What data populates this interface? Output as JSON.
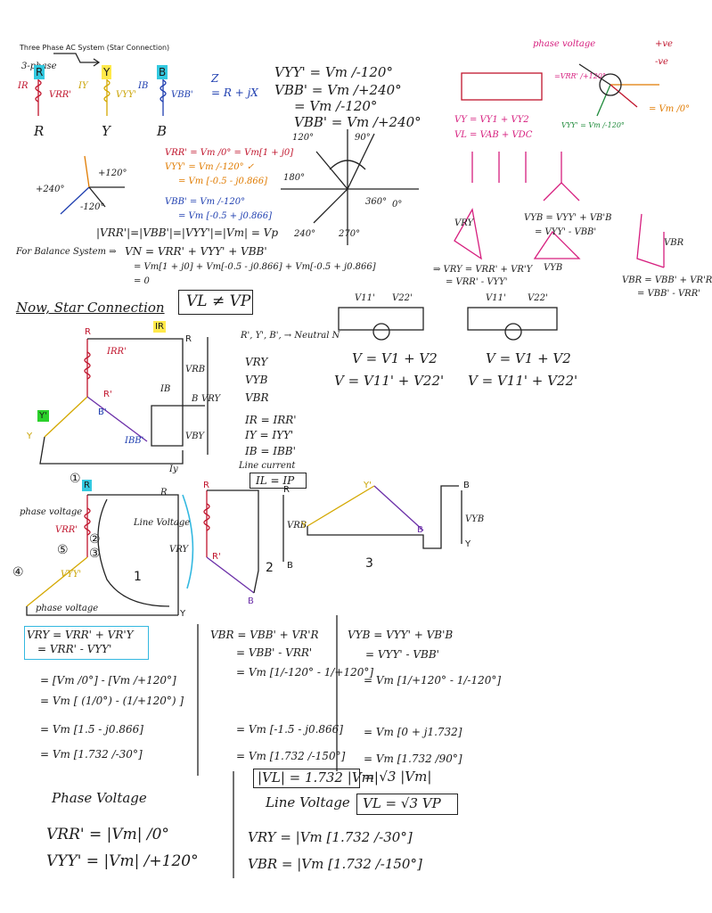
{
  "header": {
    "title": "Three Phase AC System (Star Connection)",
    "three_phase": "3-phase"
  },
  "coils": {
    "r": "R",
    "y": "Y",
    "b": "B",
    "i_r": "IR",
    "v_rr": "VRR'",
    "i_y": "IY",
    "v_yy": "VYY'",
    "i_b": "IB",
    "v_bb": "VBB'"
  },
  "impedance": {
    "label": "Z",
    "formula": "= R + jX"
  },
  "top_eqs": {
    "vyy": "VYY' = Vm /-120°",
    "vbb": "VBB' = Vm /+240°",
    "vbb2": "= Vm /-120°",
    "vbb3": "VBB' = Vm /+240°"
  },
  "phasor_eqs": {
    "vrr": "VRR' = Vm /0° = Vm[1 + j0]",
    "vyy": "VYY' = Vm /-120° ✓",
    "vyy2": "= Vm [-0.5 - j0.866]",
    "vbb": "VBB' = Vm /-120°",
    "vbb2": "= Vm [-0.5 + j0.866]",
    "magnitudes": "|VRR'|=|VBB'|=|VYY'|=|Vm| = Vp"
  },
  "balance": {
    "label": "For Balance System ⇒",
    "eq1": "VN = VRR' + VYY' + VBB'",
    "eq2": "= Vm[1 + j0] + Vm[-0.5 - j0.866] + Vm[-0.5 + j0.866]",
    "eq3": "= 0"
  },
  "angles": {
    "a120": "120°",
    "a90": "90°",
    "a180": "180°",
    "a0": "0°",
    "a360": "360°",
    "a270": "270°",
    "a240": "240°",
    "plus120": "+120°",
    "plus240": "+240°",
    "m120": "-120°"
  },
  "right_top": {
    "phase_voltage": "phase voltage",
    "sum1": "VY = VY1 + VY2",
    "sum2": "VL = VAB + VDC",
    "v_eq": "=VRR' /+120°",
    "ve": "VYY' = Vm /-120°",
    "plus_ve": "+ve",
    "minus_ve": "-ve",
    "vm_eq": "= Vm /0°"
  },
  "right_mid": {
    "vry": "VRY",
    "vyb": "VYB = VYY' + VB'B",
    "vyb2": "= VYY' - VBB'",
    "vbr": "VBR",
    "vry_eq": "⇒ VRY = VRR' + VR'Y",
    "vry_eq2": "= VRR' - VYY'",
    "vyb_lbl": "VYB",
    "vbr_eq": "VBR = VBB' + VR'R",
    "vbr_eq2": "= VBB' - VRR'"
  },
  "star": {
    "title": "Now, Star Connection",
    "vl_ne_vp": "VL ≠ VP",
    "neutral": "R', Y', B', → Neutral N",
    "vry": "VRY",
    "vyb": "VYB",
    "vbr": "VBR",
    "ir": "IR = IRR'",
    "iy": "IY = IYY'",
    "ib": "IB = IBB'",
    "line_current": "Line current",
    "il_ip": "IL = IP",
    "v_eq1": "V = V1 + V2",
    "v_eq2": "V = V11' + V22'",
    "v_eq3": "V = V1 + V2",
    "v_eq4": "V = V11' + V22'",
    "v11": "V11'",
    "v22": "V22'"
  },
  "diagram_labels": {
    "R": "R",
    "Y": "Y",
    "B": "B",
    "Rp": "R'",
    "Bp": "B'",
    "Yp": "Y'",
    "IR": "IR",
    "IRRp": "IRR'",
    "IB": "IB",
    "IY": "Iy",
    "IBBp": "IBB'",
    "VRB": "VRB",
    "VRY": "VRY",
    "VBY": "VBY",
    "phase_voltage": "phase voltage",
    "line_voltage": "Line Voltage",
    "phase_voltage2": "phase voltage",
    "n1": "①",
    "n2": "②",
    "n3": "③",
    "n4": "④",
    "n5": "⑤",
    "c1": "1",
    "c2": "2",
    "c3": "3",
    "vrr": "VRR'",
    "vyy": "VYY'",
    "vyb": "VYB"
  },
  "bottom": {
    "vry1": "VRY = VRR' + VR'Y",
    "vry2": "= VRR' - VYY'",
    "vry3": "= [Vm /0°] - [Vm /+120°]",
    "vry4": "= Vm [ (1/0°) - (1/+120°) ]",
    "vry5": "= Vm [1.5 - j0.866]",
    "vry6": "= Vm [1.732 /-30°]",
    "vbr1": "VBR = VBB' + VR'R",
    "vbr2": "= VBB' - VRR'",
    "vbr3": "= Vm [1/-120° - 1/+120°]",
    "vbr4": "= Vm [-1.5 - j0.866]",
    "vbr5": "= Vm [1.732 /-150°]",
    "vyb1": "VYB = VYY' + VB'B",
    "vyb2": "= VYY' - VBB'",
    "vyb3": "= Vm [1/+120° - 1/-120°]",
    "vyb4": "= Vm [0 + j1.732]",
    "vyb5": "= Vm [1.732 /90°]",
    "vl_eq": "|VL| = 1.732 |Vm|",
    "vl_eq2": "= √3 |Vm|",
    "line_voltage": "Line Voltage",
    "vl_final": "VL = √3 VP",
    "phase_voltage": "Phase Voltage",
    "vrr_mag": "VRR' = |Vm| /0°",
    "vyy_mag": "VYY' = |Vm| /+120°",
    "vry_mag": "VRY = |Vm [1.732 /-30°]",
    "vbr_mag": "VBR = |Vm [1.732 /-150°]"
  }
}
